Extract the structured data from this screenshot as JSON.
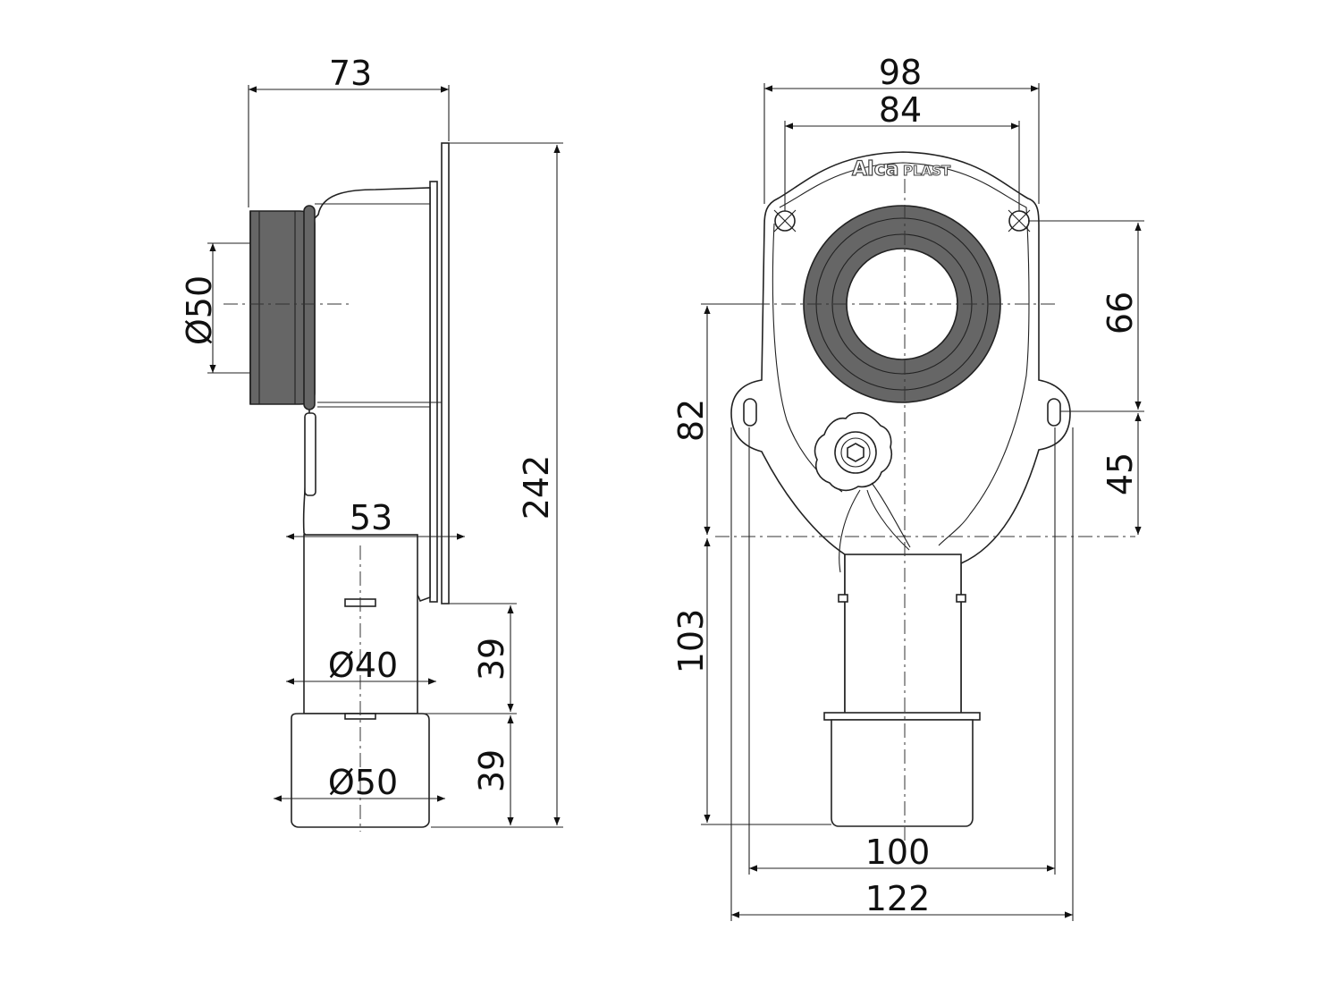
{
  "brand": {
    "name": "Alca",
    "suffix": "PLAST"
  },
  "side_view": {
    "width_top": "73",
    "inlet_diameter": "Ø50",
    "offset": "53",
    "height_total": "242",
    "lower_height_1": "39",
    "lower_height_2": "39",
    "pipe_diameter": "Ø40",
    "outlet_diameter": "Ø50"
  },
  "front_view": {
    "width_outer_top": "98",
    "width_inner_top": "84",
    "upper_right_height": "66",
    "lower_right_height": "45",
    "left_upper_height": "82",
    "left_lower_height": "103",
    "width_bottom_inner": "100",
    "width_bottom_outer": "122"
  }
}
